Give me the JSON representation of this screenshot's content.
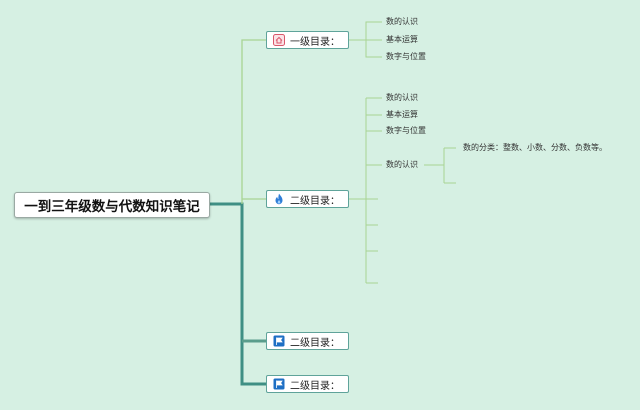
{
  "root": {
    "label": "一到三年级数与代数知识笔记"
  },
  "branches": [
    {
      "label": "一级目录：",
      "icon": "home-icon",
      "children": [
        "数的认识",
        "基本运算",
        "数字与位置"
      ]
    },
    {
      "label": "二级目录：",
      "icon": "flame-icon",
      "children": [
        "数的认识",
        "基本运算",
        "数字与位置",
        "数的认识"
      ],
      "subleaf": "数的分类：整数、小数、分数、负数等。"
    },
    {
      "label": "二级目录：",
      "icon": "flag-icon"
    },
    {
      "label": "二级目录：",
      "icon": "flag-icon"
    }
  ],
  "colors": {
    "background": "#d6f0e3",
    "trunk": "#3f8f84",
    "branch_line": "#a8d493",
    "node_border": "#5fa39a",
    "home_icon": "#d9576b",
    "flame_icon": "#2f7ed8",
    "flag_icon": "#1e6fc4"
  }
}
